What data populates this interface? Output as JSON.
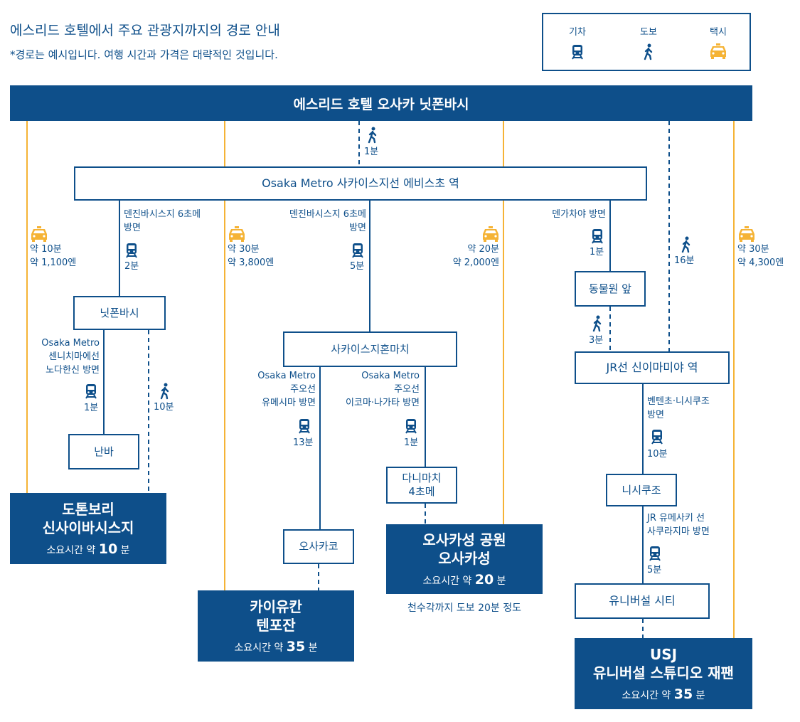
{
  "title": "에스리드 호텔에서 주요 관광지까지의 경로 안내",
  "note": "*경로는 예시입니다. 여행 시간과 가격은 대략적인 것입니다.",
  "legend": {
    "train": "기차",
    "walk": "도보",
    "taxi": "택시"
  },
  "colors": {
    "navy": "#0e4f8a",
    "taxi": "#f5b335"
  },
  "hotel": "에스리드 호텔 오사카 닛폰바시",
  "walk_to_metro": "1분",
  "metro_station": "Osaka Metro 사카이스지선 에비스초 역",
  "stations": {
    "nipponbashi": "닛폰바시",
    "namba": "난바",
    "sakaisuji_honmachi": "사카이스지혼마치",
    "osakako": "오사카코",
    "tanimachi_l1": "다니마치",
    "tanimachi_l2": "4초메",
    "dobutsuen": "동물원 앞",
    "shin_imamiya": "JR선 신이마미야 역",
    "nishikujo": "니시쿠조",
    "universal_city": "유니버설 시티"
  },
  "segments": {
    "tenjin_a_l1": "덴진바시스지 6초메",
    "tenjin_a_l2": "방면",
    "tenjin_a_time": "2분",
    "tenjin_b_l1": "덴진바시스지 6초메",
    "tenjin_b_l2": "방면",
    "tenjin_b_time": "5분",
    "tenga_l1": "덴가차야 방면",
    "tenga_time": "1분",
    "sennichimae_l1": "Osaka Metro",
    "sennichimae_l2": "센니치마에선",
    "sennichimae_l3": "노다한신 방면",
    "sennichimae_time": "1분",
    "walk_namba_time": "10분",
    "chuo_west_l1": "Osaka Metro",
    "chuo_west_l2": "주오선",
    "chuo_west_l3": "유메시마 방면",
    "chuo_west_time": "13분",
    "chuo_east_l1": "Osaka Metro",
    "chuo_east_l2": "주오선",
    "chuo_east_l3": "이코마·나가타 방면",
    "chuo_east_time": "1분",
    "walk_dobutsuen_time": "3분",
    "walk_hotel_jr_time": "16분",
    "loop_l1": "벤텐초·니시쿠조",
    "loop_l2": "방면",
    "loop_time": "10분",
    "sakurajima_l1": "JR 유메사키 선",
    "sakurajima_l2": "사쿠라지마 방면",
    "sakurajima_time": "5분"
  },
  "taxis": [
    {
      "time": "약 10분",
      "price": "약 1,100엔"
    },
    {
      "time": "약 30분",
      "price": "약 3,800엔"
    },
    {
      "time": "약 20분",
      "price": "약 2,000엔"
    },
    {
      "time": "약 30분",
      "price": "약 4,300엔"
    }
  ],
  "destinations": {
    "dotonbori": {
      "name_l1": "도톤보리",
      "name_l2": "신사이바시스지",
      "time_prefix": "소요시간 약",
      "time_value": "10",
      "time_unit": "분"
    },
    "kaiyukan": {
      "name_l1": "카이유칸",
      "name_l2": "텐포잔",
      "time_prefix": "소요시간 약",
      "time_value": "35",
      "time_unit": "분"
    },
    "osaka_castle": {
      "name_l1": "오사카성 공원",
      "name_l2": "오사카성",
      "time_prefix": "소요시간 약",
      "time_value": "20",
      "time_unit": "분",
      "footnote": "천수각까지 도보 20분 정도"
    },
    "usj": {
      "name_l1": "USJ",
      "name_l2": "유니버설 스튜디오 재팬",
      "time_prefix": "소요시간 약",
      "time_value": "35",
      "time_unit": "분"
    }
  }
}
